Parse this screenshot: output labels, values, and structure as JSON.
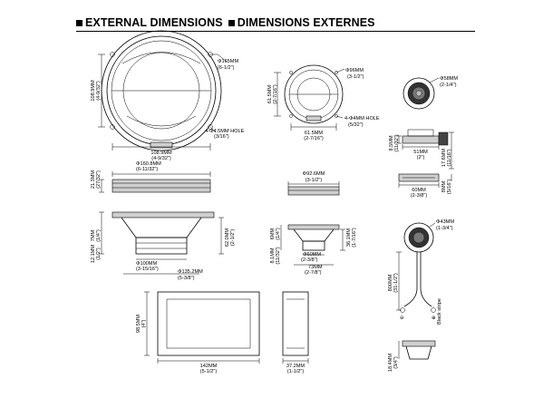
{
  "header": {
    "title_en": "EXTERNAL DIMENSIONS",
    "title_fr": "DIMENSIONS EXTERNES"
  },
  "woofer_front": {
    "diameter": "Φ165MM",
    "diameter_in": "(6-1/2\")",
    "height": "108.9MM",
    "height_in": "(4-9/32\")",
    "width": "108.9MM",
    "width_in": "(4-9/32\")",
    "hole": "4-Φ4.5MM HOLE",
    "hole_in": "(3/16\")"
  },
  "midrange_front": {
    "diameter": "Φ96MM",
    "diameter_in": "(3-1/2\")",
    "height": "61.5MM",
    "height_in": "(2-7/16\")",
    "width": "61.5MM",
    "width_in": "(2-7/16\")",
    "hole": "4-Φ4MM HOLE",
    "hole_in": "(5/32\")"
  },
  "tweeter_front": {
    "diameter": "Φ58MM",
    "diameter_in": "(2-1/4\")"
  },
  "tweeter_mount": {
    "height": "8.5MM",
    "height_in": "(11/32\")",
    "height2": "17.6MM",
    "height2_in": "(11/16\")",
    "width": "51MM",
    "width_in": "(2\")"
  },
  "woofer_top": {
    "diameter": "Φ160.8MM",
    "diameter_in": "(6-11/32\")",
    "height": "21.3MM",
    "height_in": "(27/32\")"
  },
  "midrange_top": {
    "diameter": "Φ92.6MM",
    "diameter_in": "(3-1/2\")"
  },
  "tweeter_side": {
    "width": "60MM",
    "width_in": "(2-3/8\")",
    "height": "8MM",
    "height_in": "(5/16\")"
  },
  "woofer_side": {
    "flange": "7MM",
    "flange_in": "(1/4\")",
    "depth": "62.0MM",
    "depth_in": "(2-1/2\")",
    "magnet_h": "12.1MM",
    "magnet_h_in": "(1/2\")",
    "magnet": "Φ100MM",
    "magnet_in": "(3-15/16\")",
    "basket": "Φ135.2MM",
    "basket_in": "(5-3/8\")"
  },
  "midrange_side": {
    "flange": "6MM",
    "flange_in": "(1/4\")",
    "depth": "36.1MM",
    "depth_in": "(1-7/16\")",
    "magnet_h": "8.1MM",
    "magnet_h_in": "(11/32\")",
    "magnet": "Φ60MM",
    "magnet_in": "(2-3/8\")",
    "basket": "73MM",
    "basket_in": "(2-7/8\")"
  },
  "tweeter_cable": {
    "diameter": "Φ43MM",
    "diameter_in": "(1-3/4\")",
    "length": "800MM",
    "length_in": "(31-1/2\")",
    "stripe": "Black stripe",
    "minus": "⊖",
    "plus": "⊕"
  },
  "crossover_front": {
    "height": "98.5MM",
    "height_in": "(4\")",
    "width": "142MM",
    "width_in": "(5-1/2\")"
  },
  "crossover_side": {
    "width": "37.2MM",
    "width_in": "(1-1/2\")"
  },
  "tweeter_bottom": {
    "height": "18.4MM",
    "height_in": "(3/4\")"
  }
}
